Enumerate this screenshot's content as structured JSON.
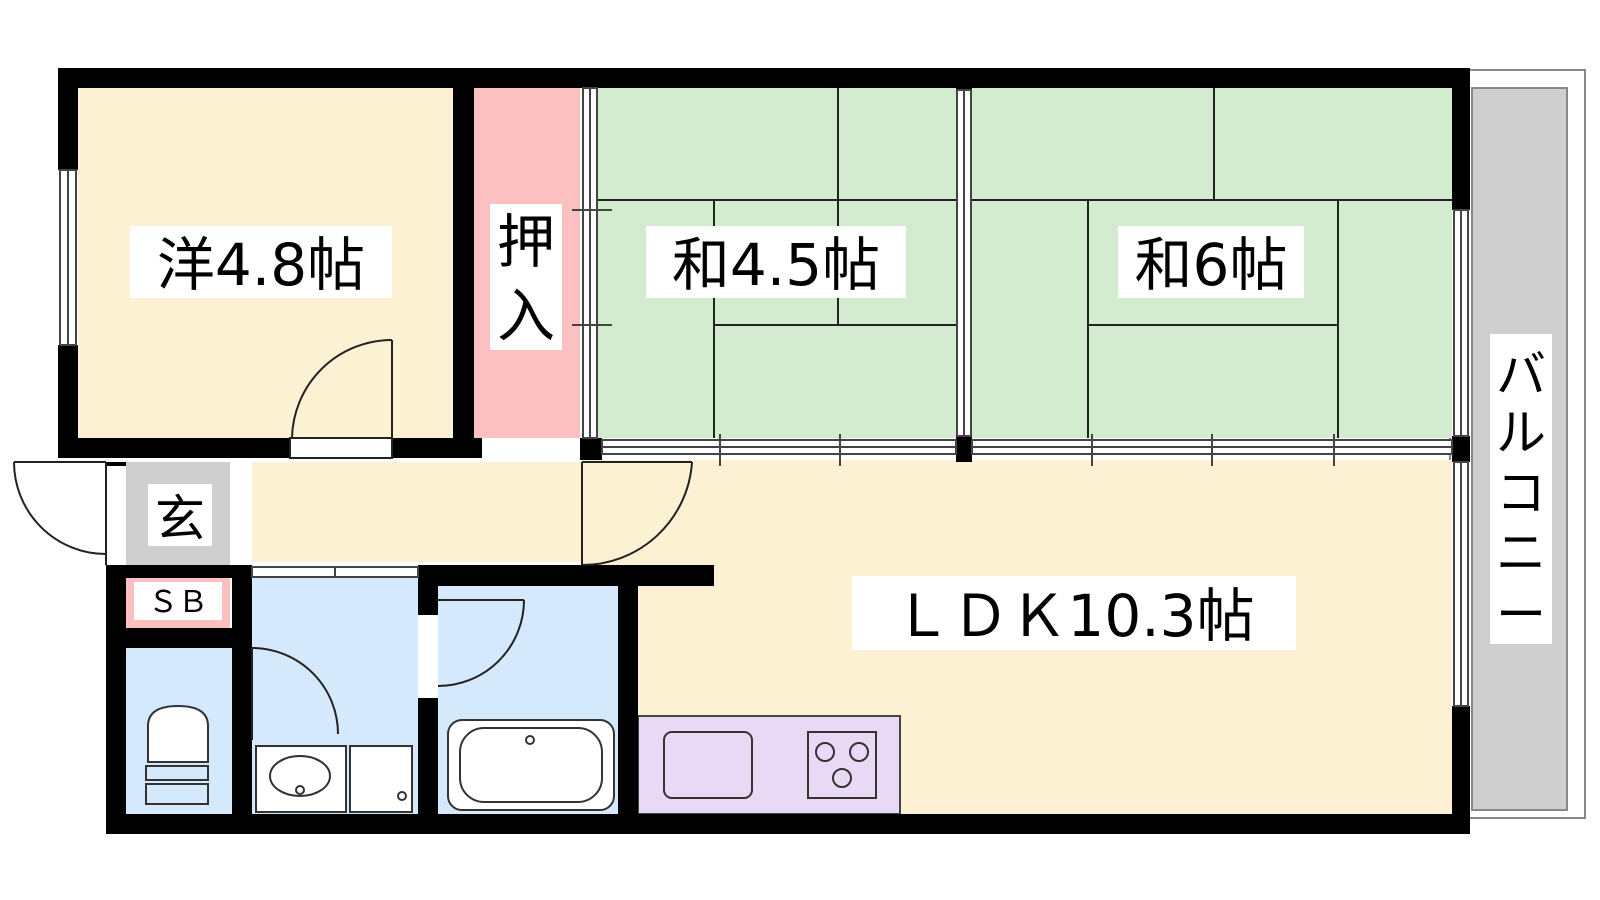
{
  "floorplan": {
    "rooms": {
      "western": "洋4.8帖",
      "oshiire": [
        "押",
        "入"
      ],
      "washitsu_small": "和4.5帖",
      "washitsu_large": "和6帖",
      "genkan": "玄",
      "shoe_box": "ＳＢ",
      "ldk": "ＬＤＫ10.3帖",
      "balcony": [
        "バ",
        "ル",
        "コ",
        "ニ",
        "ー"
      ]
    },
    "colors": {
      "wall": "#000000",
      "western_floor": "#fdf1d3",
      "oshiire_floor": "#fcc0c0",
      "tatami": "#d3ebcf",
      "genkan_floor": "#cfcfcf",
      "shoe_box_floor": "#fcc0c0",
      "wet_area": "#d5e9fc",
      "kitchen_counter": "#ead9f5",
      "balcony": "#cfcfcf"
    }
  }
}
